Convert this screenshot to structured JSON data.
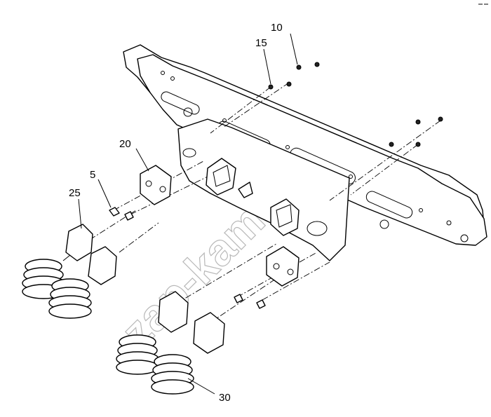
{
  "diagram": {
    "callouts": {
      "c10": "10",
      "c15": "15",
      "c20": "20",
      "c5": "5",
      "c25": "25",
      "c30": "30"
    },
    "watermark": "zap-kam.ru"
  }
}
